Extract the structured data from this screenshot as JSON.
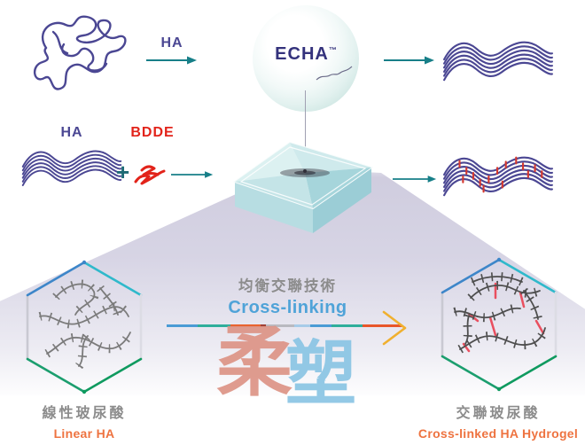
{
  "diagram": {
    "top_row": {
      "ha_label": "HA",
      "echa_name": "ECHA",
      "echa_tm": "™"
    },
    "mid_row": {
      "ha_label": "HA",
      "plus": "+",
      "bdde_label": "BDDE"
    },
    "process": {
      "title_zh": "均衡交聯技術",
      "title_en": "Cross-linking",
      "arrow_segments": [
        {
          "color": "#4a9bd5",
          "flex": 13
        },
        {
          "color": "#2fae9b",
          "flex": 14
        },
        {
          "color": "#e85f28",
          "flex": 13
        },
        {
          "color": "#9c3a30",
          "flex": 2
        },
        {
          "color": "#b9b9c0",
          "flex": 12
        },
        {
          "color": "#a7cbe8",
          "flex": 7
        },
        {
          "color": "#4a9bd5",
          "flex": 9
        },
        {
          "color": "#2fae9b",
          "flex": 13
        },
        {
          "color": "#e8562a",
          "flex": 17
        }
      ]
    },
    "watermark": {
      "char_1": "柔",
      "char_2": "塑"
    },
    "results": {
      "left": {
        "label_zh": "線性玻尿酸",
        "label_en": "Linear HA"
      },
      "right": {
        "label_zh": "交聯玻尿酸",
        "label_en": "Cross-linked HA Hydrogel"
      }
    },
    "colors": {
      "ha_indigo": "#4b4793",
      "arrow_teal": "#177f88",
      "plus_teal": "#1d6a74",
      "bdde_red": "#e2231a",
      "crosslink_red": "#d5382e",
      "echa_text": "#34327c",
      "label_gray": "#8c8c8c",
      "label_orange": "#ee7340",
      "crosslinking_blue": "#4fa3d8",
      "beam_lavender": "#cfccdf",
      "hex_blue": "#3d86c9",
      "hex_cyan": "#2fb9cb",
      "hex_green": "#1b9e6e",
      "hex_green_dark": "#0f9a5f",
      "hex_gray": "#c9c9d2",
      "chain_gray": "#7b7b7b",
      "chain_dark": "#4e4e4e",
      "chain_link_red": "#e94f5f",
      "arrowhead_yellow": "#f0b02f",
      "watermark_pink": "#dd9486",
      "watermark_blue": "#8ac5e4"
    }
  }
}
